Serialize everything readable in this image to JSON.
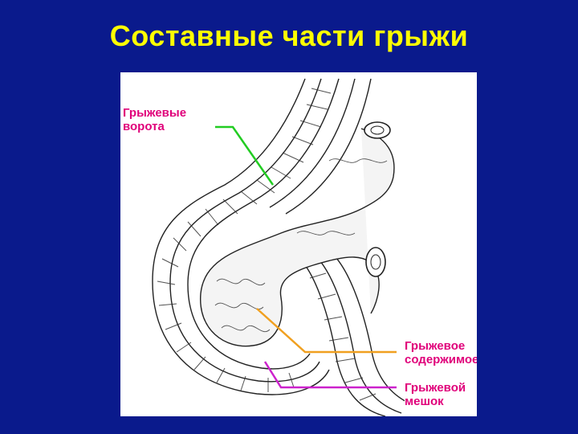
{
  "title": "Составные части грыжи",
  "labels": {
    "hernial_ring": "Грыжевые\nворота",
    "hernial_contents": "Грыжевое\nсодержимое",
    "hernial_sac": "Грыжевой\nмешок"
  },
  "colors": {
    "background": "#0a1a8c",
    "title": "#ffff00",
    "label_text": "#e0007a",
    "ring_pointer": "#22cc22",
    "contents_pointer": "#f0a020",
    "sac_pointer": "#cc22cc"
  }
}
